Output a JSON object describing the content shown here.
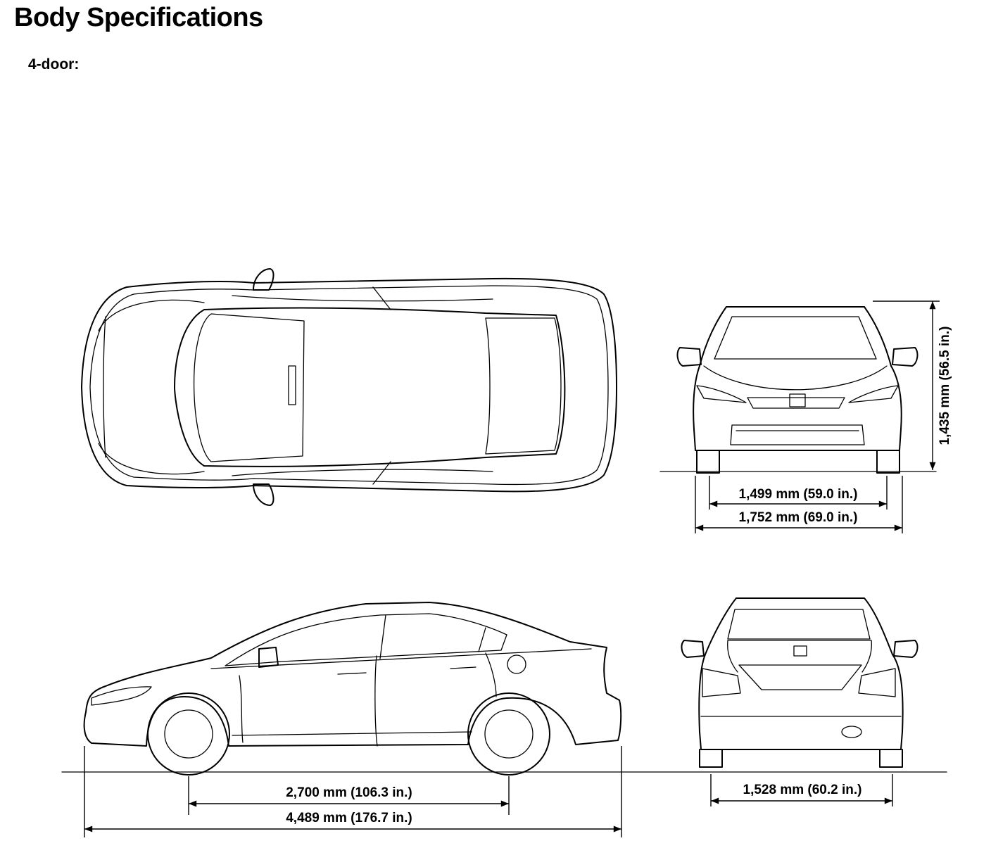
{
  "page": {
    "title": "Body Specifications",
    "subtitle": "4-door:"
  },
  "dimensions": {
    "height": "1,435 mm (56.5 in.)",
    "front_track": "1,499 mm (59.0 in.)",
    "width": "1,752 mm (69.0 in.)",
    "wheelbase": "2,700 mm (106.3 in.)",
    "overall_length": "4,489 mm (176.7 in.)",
    "rear_track": "1,528 mm (60.2 in.)"
  }
}
